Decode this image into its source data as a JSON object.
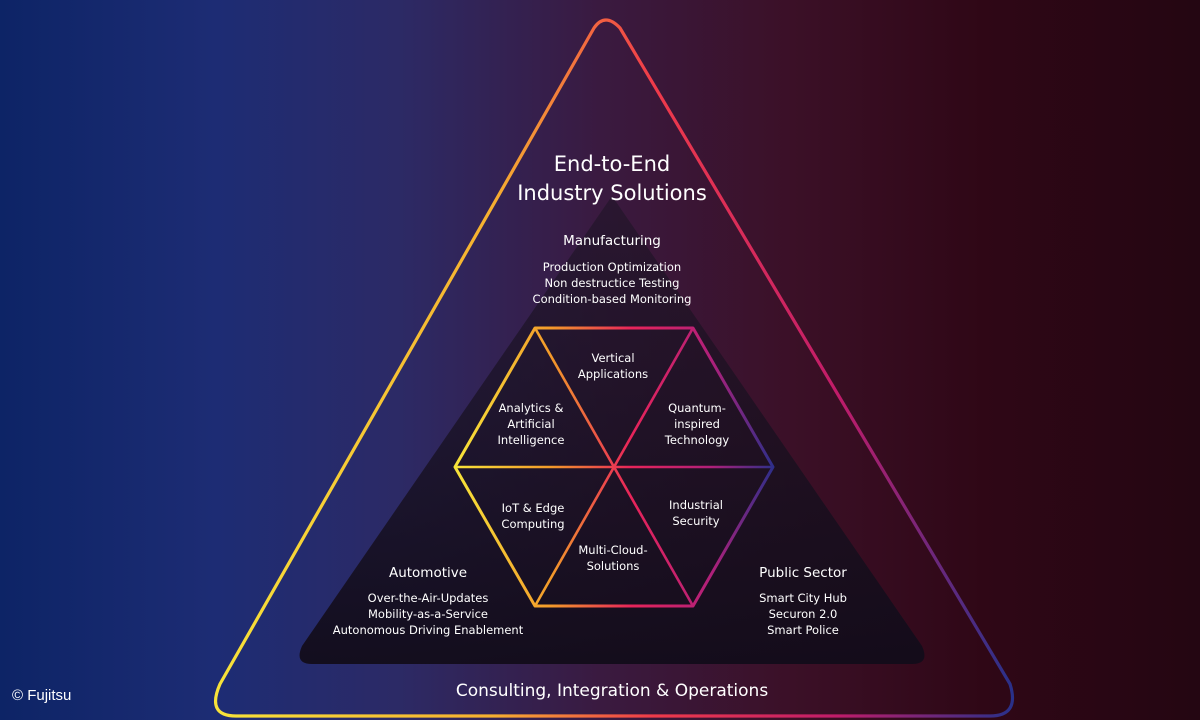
{
  "title": {
    "line1": "End-to-End",
    "line2": "Industry Solutions"
  },
  "sections": {
    "manufacturing": {
      "heading": "Manufacturing",
      "items": [
        "Production Optimization",
        "Non destructice Testing",
        "Condition-based Monitoring"
      ]
    },
    "automotive": {
      "heading": "Automotive",
      "items": [
        "Over-the-Air-Updates",
        "Mobility-as-a-Service",
        "Autonomous Driving Enablement"
      ]
    },
    "public_sector": {
      "heading": "Public Sector",
      "items": [
        "Smart City Hub",
        "Securon 2.0",
        "Smart Police"
      ]
    }
  },
  "hexagon": {
    "segments": [
      {
        "lines": [
          "Vertical",
          "Applications"
        ]
      },
      {
        "lines": [
          "Quantum-",
          "inspired",
          "Technology"
        ]
      },
      {
        "lines": [
          "Industrial",
          "Security"
        ]
      },
      {
        "lines": [
          "Multi-Cloud-",
          "Solutions"
        ]
      },
      {
        "lines": [
          "IoT & Edge",
          "Computing"
        ]
      },
      {
        "lines": [
          "Analytics &",
          "Artificial",
          "Intelligence"
        ]
      }
    ]
  },
  "base_label": "Consulting, Integration & Operations",
  "copyright": "© Fujitsu",
  "colors": {
    "gradient_yellow": "#f7e43a",
    "gradient_orange": "#f39a2a",
    "gradient_red": "#e8245a",
    "gradient_magenta": "#b0207a",
    "gradient_blue": "#27318a"
  }
}
